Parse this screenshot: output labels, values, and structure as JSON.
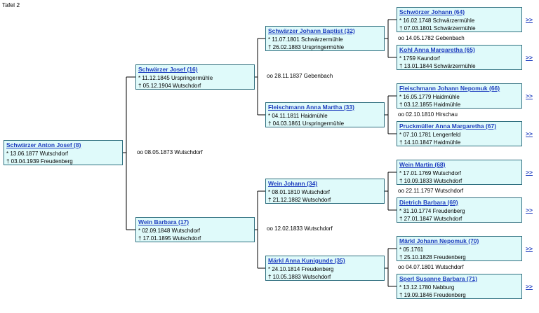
{
  "page_title": "Tafel 2",
  "more_link": ">>",
  "persons": {
    "p8": {
      "name": "Schwärzer Anton Josef (8)",
      "birth": "* 13.06.1877 Wutschdorf",
      "death": "† 03.04.1939 Freudenberg"
    },
    "p16": {
      "name": "Schwärzer Josef (16)",
      "birth": "* 11.12.1845 Urspringermühle",
      "death": "† 05.12.1904 Wutschdorf"
    },
    "p17": {
      "name": "Wein Barbara (17)",
      "birth": "* 02.09.1848 Wutschdorf",
      "death": "† 17.01.1895 Wutschdorf"
    },
    "p32": {
      "name": "Schwärzer Johann Baptist (32)",
      "birth": "* 11.07.1801 Schwärzermühle",
      "death": "† 26.02.1883 Urspringermühle"
    },
    "p33": {
      "name": "Fleischmann Anna Martha (33)",
      "birth": "* 04.11.1811 Haidmühle",
      "death": "† 04.03.1861 Urspringermühle"
    },
    "p34": {
      "name": "Wein Johann (34)",
      "birth": "* 08.01.1810 Wutschdorf",
      "death": "† 21.12.1882 Wutschdorf"
    },
    "p35": {
      "name": "Märkl Anna Kunigunde (35)",
      "birth": "* 24.10.1814 Freudenberg",
      "death": "† 10.05.1883 Wutschdorf"
    },
    "p64": {
      "name": "Schwörzer Johann (64)",
      "birth": "* 16.02.1748 Schwärzermühle",
      "death": "† 07.03.1801 Schwärzermühle"
    },
    "p65": {
      "name": "Kohl Anna Margaretha (65)",
      "birth": "* 1759 Kaundorf",
      "death": "† 13.01.1844 Schwärzermühle"
    },
    "p66": {
      "name": "Fleischmann Johann Nepomuk (66)",
      "birth": "* 16.05.1779 Haidmühle",
      "death": "† 03.12.1855 Haidmühle"
    },
    "p67": {
      "name": "Pruckmüller Anna Margaretha (67)",
      "birth": "* 07.10.1781 Lengenfeld",
      "death": "† 14.10.1847 Haidmühle"
    },
    "p68": {
      "name": "Wein Martin (68)",
      "birth": "* 17.01.1769 Wutschdorf",
      "death": "† 10.09.1833 Wutschdorf"
    },
    "p69": {
      "name": "Dietrich Barbara (69)",
      "birth": "* 31.10.1774 Freudenberg",
      "death": "† 27.01.1847 Wutschdorf"
    },
    "p70": {
      "name": "Märkl Johann Nepomuk (70)",
      "birth": "* 05.1761",
      "death": "† 25.10.1828 Freudenberg"
    },
    "p71": {
      "name": "Sperl Susanne Barbara (71)",
      "birth": "* 13.12.1780 Nabburg",
      "death": "† 19.09.1846 Freudenberg"
    }
  },
  "marriages": {
    "m8": "oo 08.05.1873 Wutschdorf",
    "m16": "oo 28.11.1837 Gebenbach",
    "m17": "oo 12.02.1833 Wutschdorf",
    "m32": "oo 14.05.1782 Gebenbach",
    "m33": "oo 02.10.1810 Hirschau",
    "m34": "oo 22.11.1797 Wutschdorf",
    "m35": "oo 04.07.1801 Wutschdorf"
  },
  "colors": {
    "box_fill": "#dffafa",
    "box_border": "#2f6f7f",
    "link": "#1f3fbf",
    "line": "#000000"
  }
}
